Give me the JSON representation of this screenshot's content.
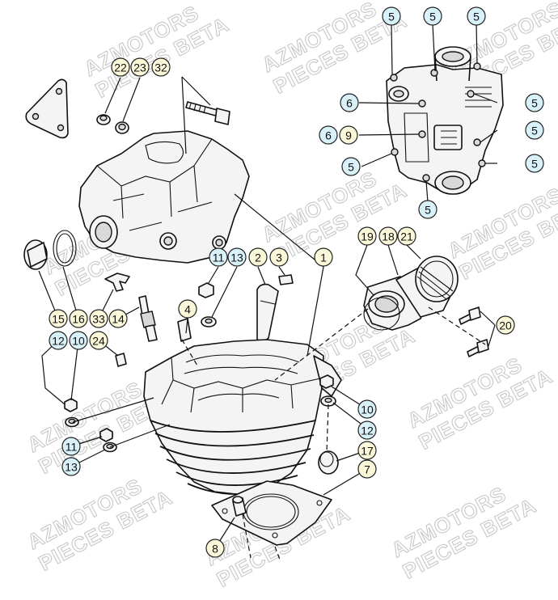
{
  "colors": {
    "callout_yellow": "#fbf7d9",
    "callout_blue": "#d9f1f9",
    "line": "#111111",
    "watermark": "#c8c8c8"
  },
  "watermark": {
    "line1": "AZMOTORS",
    "line2": "PIECES BETA"
  },
  "callouts": [
    {
      "id": "c22",
      "label": "22",
      "tone": "yellow"
    },
    {
      "id": "c23",
      "label": "23",
      "tone": "yellow"
    },
    {
      "id": "c32",
      "label": "32",
      "tone": "yellow"
    },
    {
      "id": "c5a",
      "label": "5",
      "tone": "blue"
    },
    {
      "id": "c5b",
      "label": "5",
      "tone": "blue"
    },
    {
      "id": "c5c",
      "label": "5",
      "tone": "blue"
    },
    {
      "id": "c6a",
      "label": "6",
      "tone": "blue"
    },
    {
      "id": "c5d",
      "label": "5",
      "tone": "blue"
    },
    {
      "id": "c6b",
      "label": "6",
      "tone": "blue"
    },
    {
      "id": "c9",
      "label": "9",
      "tone": "yellow"
    },
    {
      "id": "c5e",
      "label": "5",
      "tone": "blue"
    },
    {
      "id": "c5f",
      "label": "5",
      "tone": "blue"
    },
    {
      "id": "c5g",
      "label": "5",
      "tone": "blue"
    },
    {
      "id": "c5h",
      "label": "5",
      "tone": "blue"
    },
    {
      "id": "c19",
      "label": "19",
      "tone": "yellow"
    },
    {
      "id": "c18",
      "label": "18",
      "tone": "yellow"
    },
    {
      "id": "c21",
      "label": "21",
      "tone": "yellow"
    },
    {
      "id": "c11a",
      "label": "11",
      "tone": "blue"
    },
    {
      "id": "c13a",
      "label": "13",
      "tone": "blue"
    },
    {
      "id": "c2",
      "label": "2",
      "tone": "yellow"
    },
    {
      "id": "c3",
      "label": "3",
      "tone": "yellow"
    },
    {
      "id": "c1",
      "label": "1",
      "tone": "yellow"
    },
    {
      "id": "c4",
      "label": "4",
      "tone": "yellow"
    },
    {
      "id": "c15",
      "label": "15",
      "tone": "yellow"
    },
    {
      "id": "c16",
      "label": "16",
      "tone": "yellow"
    },
    {
      "id": "c33",
      "label": "33",
      "tone": "yellow"
    },
    {
      "id": "c14",
      "label": "14",
      "tone": "yellow"
    },
    {
      "id": "c12a",
      "label": "12",
      "tone": "blue"
    },
    {
      "id": "c10a",
      "label": "10",
      "tone": "blue"
    },
    {
      "id": "c24",
      "label": "24",
      "tone": "yellow"
    },
    {
      "id": "c20",
      "label": "20",
      "tone": "yellow"
    },
    {
      "id": "c10b",
      "label": "10",
      "tone": "blue"
    },
    {
      "id": "c12b",
      "label": "12",
      "tone": "blue"
    },
    {
      "id": "c17",
      "label": "17",
      "tone": "yellow"
    },
    {
      "id": "c11b",
      "label": "11",
      "tone": "blue"
    },
    {
      "id": "c13b",
      "label": "13",
      "tone": "blue"
    },
    {
      "id": "c7",
      "label": "7",
      "tone": "yellow"
    },
    {
      "id": "c8",
      "label": "8",
      "tone": "yellow"
    }
  ]
}
